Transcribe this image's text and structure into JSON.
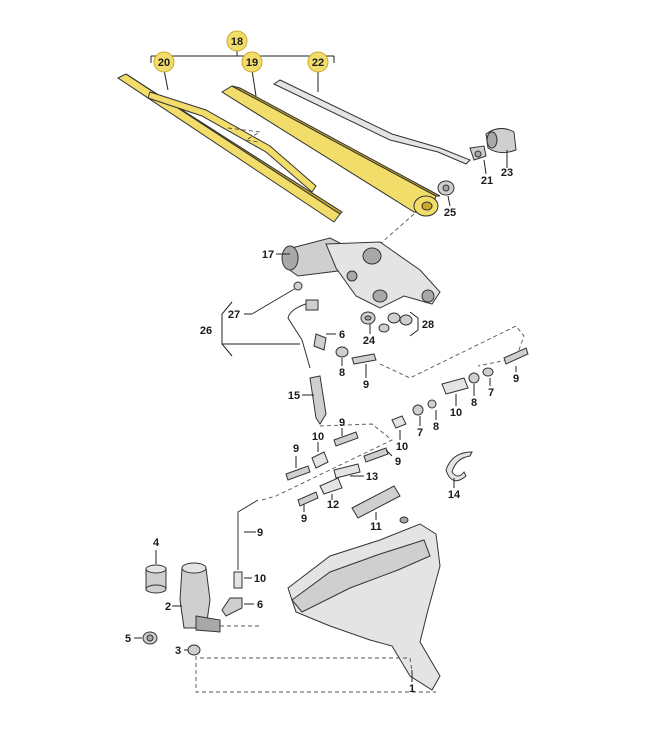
{
  "highlight_color": "#f3dd6a",
  "labels": {
    "l18": "18",
    "l20": "20",
    "l19": "19",
    "l22": "22",
    "l21": "21",
    "l23": "23",
    "l25": "25",
    "l17": "17",
    "l27": "27",
    "l26": "26",
    "l6a": "6",
    "l28": "28",
    "l24": "24",
    "l8a": "8",
    "l9a": "9",
    "l9b": "9",
    "l15": "15",
    "l8b": "8",
    "l7a": "7",
    "l8c": "8",
    "l10a": "10",
    "l7b": "7",
    "l9c": "9",
    "l10b": "10",
    "l10c": "10",
    "l9d": "9",
    "l9e": "9",
    "l13": "13",
    "l14": "14",
    "l12": "12",
    "l9f": "9",
    "l11": "11",
    "l9g": "9",
    "l4": "4",
    "l10d": "10",
    "l2": "2",
    "l6b": "6",
    "l5": "5",
    "l3": "3",
    "l1": "1"
  }
}
